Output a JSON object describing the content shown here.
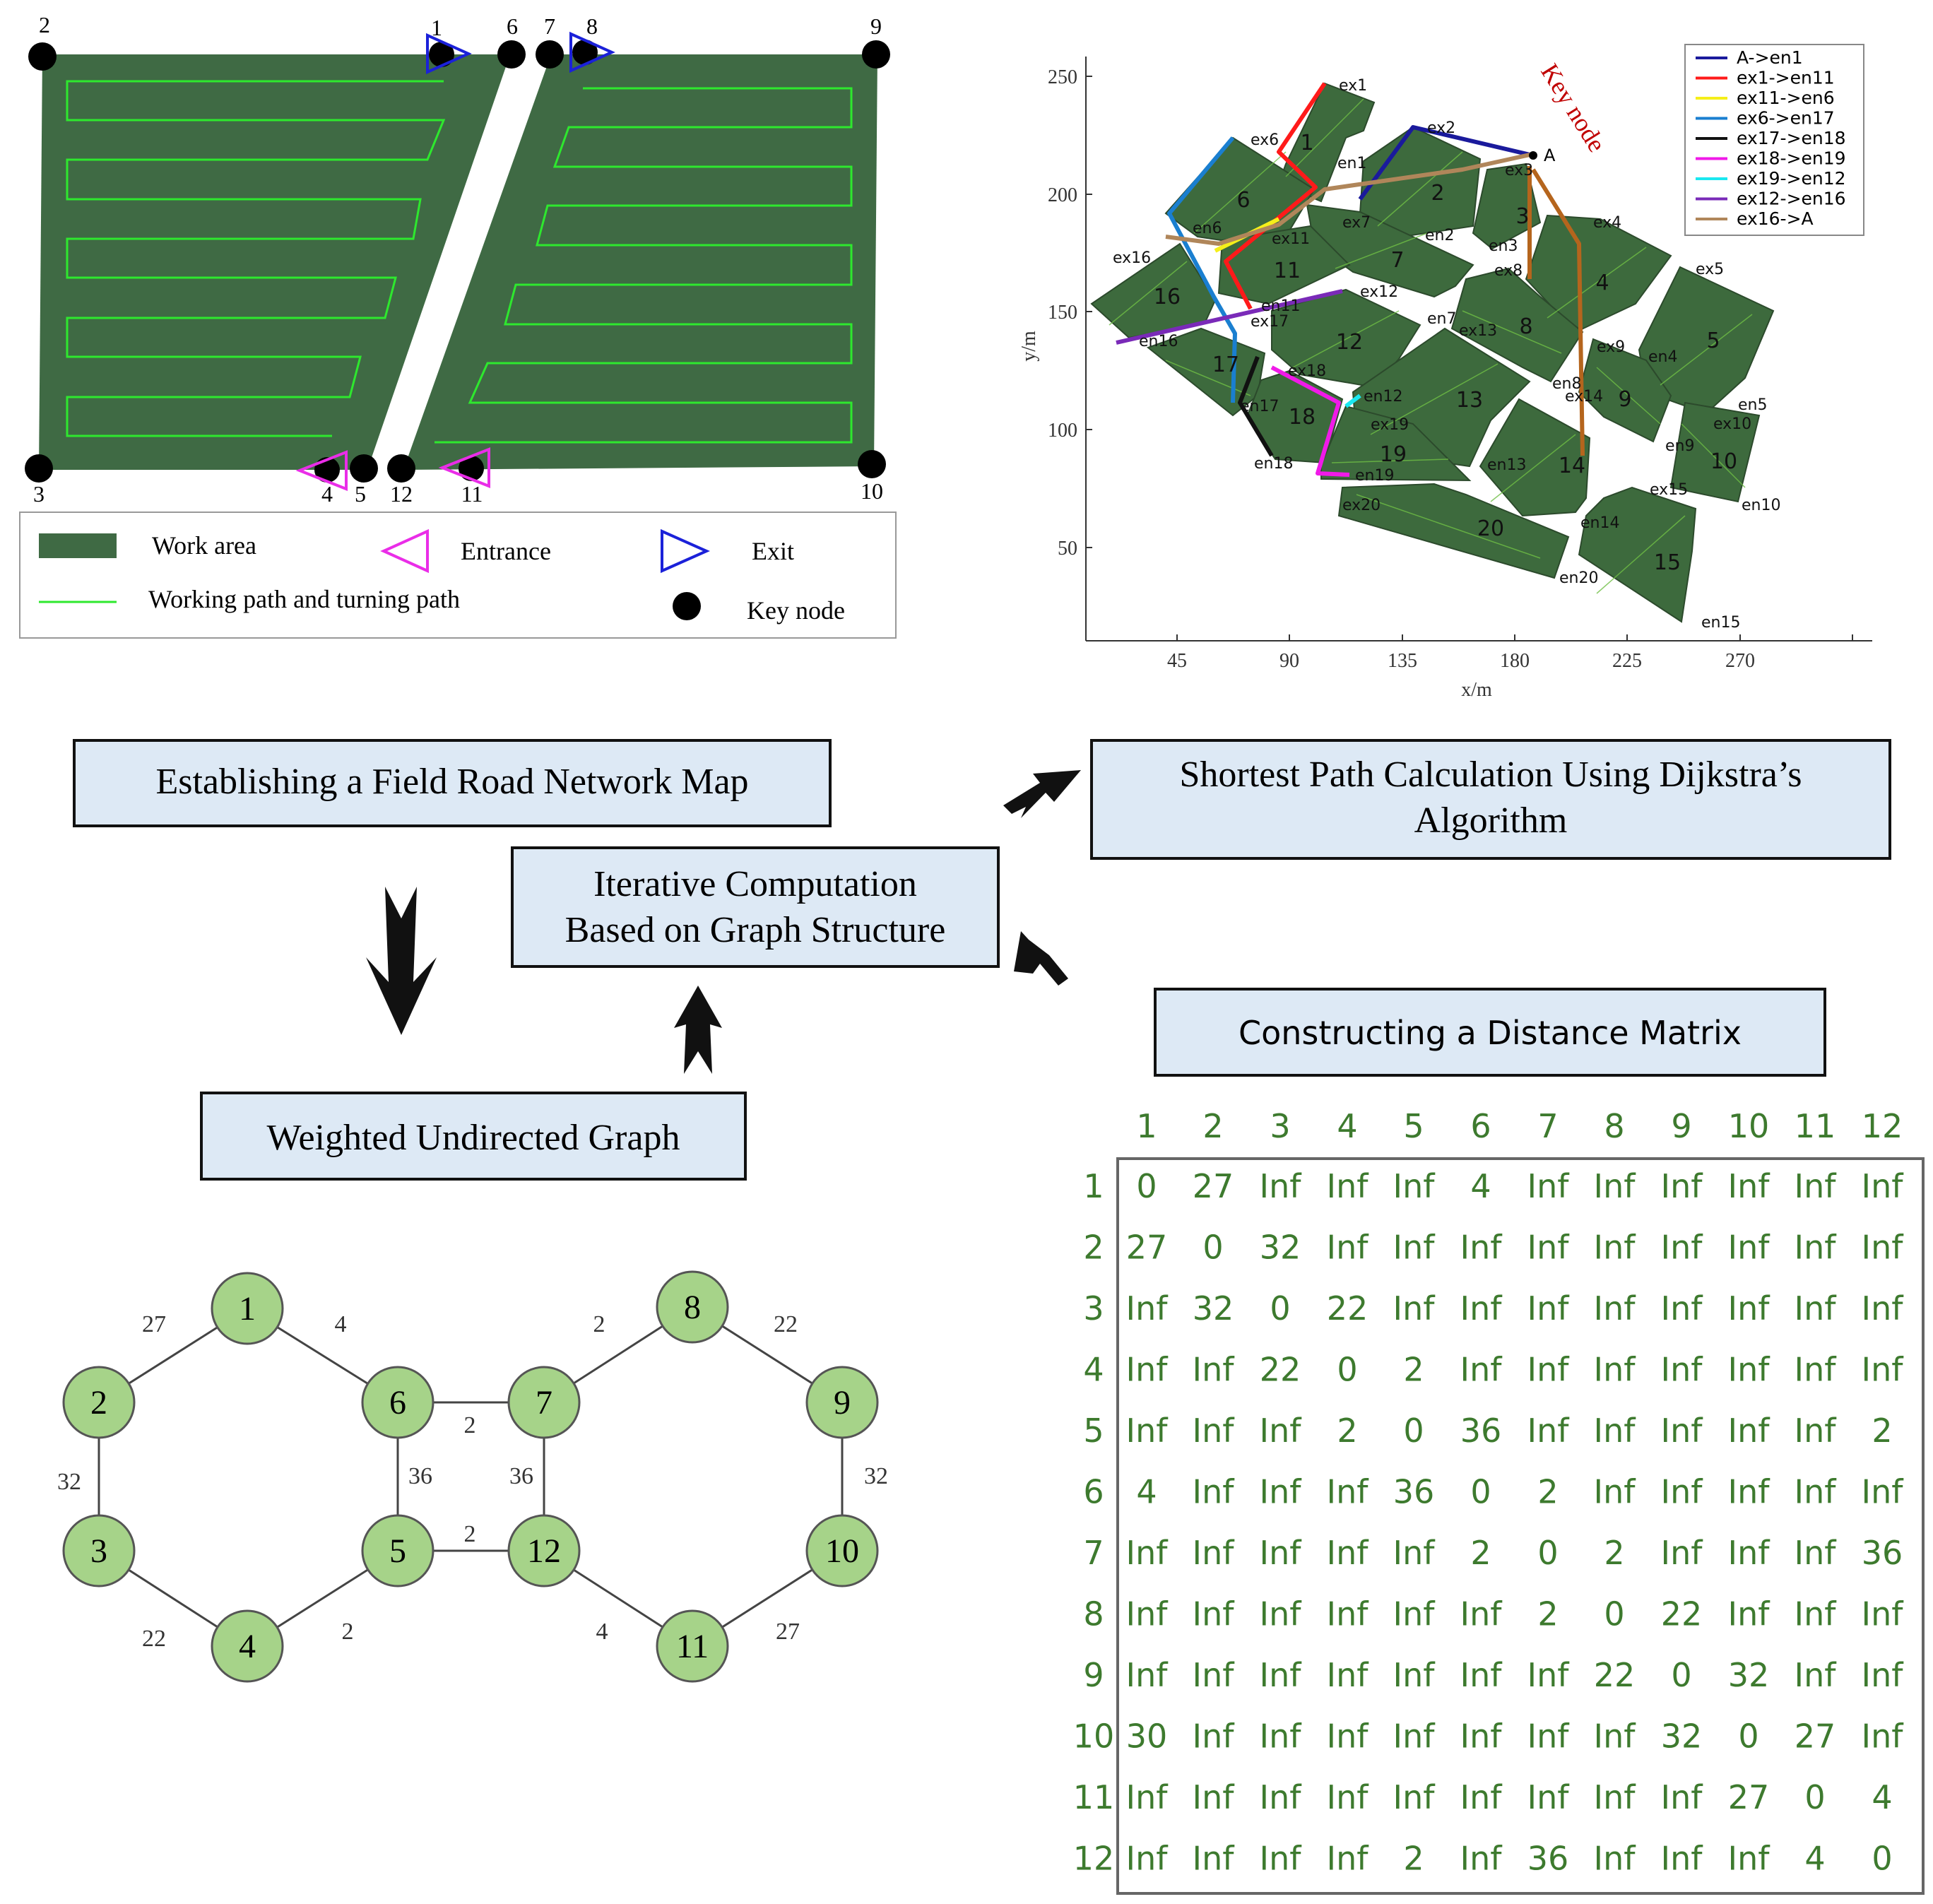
{
  "colors": {
    "work_area": "#3f6a44",
    "path_line": "#2ee82e",
    "entrance": "#ea2de8",
    "exit": "#1b21d9",
    "box_fill": "#dde9f5",
    "node_fill": "#a6d389",
    "matrix_text": "#3d7a2e"
  },
  "field_map": {
    "node_labels": [
      "1",
      "2",
      "3",
      "4",
      "5",
      "6",
      "7",
      "8",
      "9",
      "10",
      "11",
      "12"
    ],
    "legend": {
      "work_area": "Work area",
      "entrance": "Entrance",
      "exit": "Exit",
      "path": "Working path and turning path",
      "key_node": "Key node"
    }
  },
  "plot": {
    "x_ticks": [
      "45",
      "90",
      "135",
      "180",
      "225",
      "270"
    ],
    "y_ticks": [
      "250",
      "200",
      "150",
      "100",
      "50"
    ],
    "xlabel": "x/m",
    "ylabel": "y/m",
    "annotation": "Key node",
    "point_label": "A",
    "legend": [
      {
        "label": "A->en1",
        "color": "#1a1a9c"
      },
      {
        "label": "ex1->en11",
        "color": "#ff1a1a"
      },
      {
        "label": "ex11->en6",
        "color": "#f5ef1a"
      },
      {
        "label": "ex6->en17",
        "color": "#1a7fd0"
      },
      {
        "label": "ex17->en18",
        "color": "#111111"
      },
      {
        "label": "ex18->en19",
        "color": "#f01ae8"
      },
      {
        "label": "ex19->en12",
        "color": "#1ae8f0"
      },
      {
        "label": "ex12->en16",
        "color": "#7a2ab8"
      },
      {
        "label": "ex16->A",
        "color": "#b0865a"
      }
    ],
    "plot_labels": [
      "ex1",
      "ex6",
      "ex2",
      "en1",
      "ex3",
      "ex4",
      "ex16",
      "en6",
      "ex11",
      "ex7",
      "en2",
      "en3",
      "ex8",
      "ex5",
      "ex12",
      "en11",
      "ex17",
      "en7",
      "ex13",
      "ex9",
      "en4",
      "en16",
      "ex18",
      "en8",
      "ex14",
      "en12",
      "en17",
      "en5",
      "ex10",
      "en9",
      "ex19",
      "en13",
      "en18",
      "en19",
      "ex15",
      "ex20",
      "en10",
      "en14",
      "en20",
      "en15"
    ],
    "field_numbers": [
      "1",
      "2",
      "3",
      "4",
      "5",
      "6",
      "7",
      "8",
      "9",
      "10",
      "11",
      "12",
      "13",
      "14",
      "15",
      "16",
      "17",
      "18",
      "19",
      "20"
    ]
  },
  "boxes": {
    "establish": "Establishing a Field Road Network Map",
    "shortest_line1": "Shortest Path Calculation Using Dijkstra’s",
    "shortest_line2": "Algorithm",
    "iterative_line1": "Iterative Computation",
    "iterative_line2": "Based on Graph Structure",
    "distance": "Constructing a Distance Matrix",
    "graph": "Weighted Undirected Graph"
  },
  "graph": {
    "nodes": [
      "1",
      "2",
      "3",
      "4",
      "5",
      "6",
      "7",
      "8",
      "9",
      "10",
      "11",
      "12"
    ],
    "edge_weights": [
      "27",
      "4",
      "32",
      "22",
      "2",
      "36",
      "2",
      "2",
      "36",
      "2",
      "22",
      "32",
      "27",
      "4"
    ]
  },
  "matrix": {
    "headers": [
      "1",
      "2",
      "3",
      "4",
      "5",
      "6",
      "7",
      "8",
      "9",
      "10",
      "11",
      "12"
    ],
    "rows": [
      [
        "0",
        "27",
        "Inf",
        "Inf",
        "Inf",
        "4",
        "Inf",
        "Inf",
        "Inf",
        "Inf",
        "Inf",
        "Inf"
      ],
      [
        "27",
        "0",
        "32",
        "Inf",
        "Inf",
        "Inf",
        "Inf",
        "Inf",
        "Inf",
        "Inf",
        "Inf",
        "Inf"
      ],
      [
        "Inf",
        "32",
        "0",
        "22",
        "Inf",
        "Inf",
        "Inf",
        "Inf",
        "Inf",
        "Inf",
        "Inf",
        "Inf"
      ],
      [
        "Inf",
        "Inf",
        "22",
        "0",
        "2",
        "Inf",
        "Inf",
        "Inf",
        "Inf",
        "Inf",
        "Inf",
        "Inf"
      ],
      [
        "Inf",
        "Inf",
        "Inf",
        "2",
        "0",
        "36",
        "Inf",
        "Inf",
        "Inf",
        "Inf",
        "Inf",
        "2"
      ],
      [
        "4",
        "Inf",
        "Inf",
        "Inf",
        "36",
        "0",
        "2",
        "Inf",
        "Inf",
        "Inf",
        "Inf",
        "Inf"
      ],
      [
        "Inf",
        "Inf",
        "Inf",
        "Inf",
        "Inf",
        "2",
        "0",
        "2",
        "Inf",
        "Inf",
        "Inf",
        "36"
      ],
      [
        "Inf",
        "Inf",
        "Inf",
        "Inf",
        "Inf",
        "Inf",
        "2",
        "0",
        "22",
        "Inf",
        "Inf",
        "Inf"
      ],
      [
        "Inf",
        "Inf",
        "Inf",
        "Inf",
        "Inf",
        "Inf",
        "Inf",
        "22",
        "0",
        "32",
        "Inf",
        "Inf"
      ],
      [
        "30",
        "Inf",
        "Inf",
        "Inf",
        "Inf",
        "Inf",
        "Inf",
        "Inf",
        "32",
        "0",
        "27",
        "Inf"
      ],
      [
        "Inf",
        "Inf",
        "Inf",
        "Inf",
        "Inf",
        "Inf",
        "Inf",
        "Inf",
        "Inf",
        "27",
        "0",
        "4"
      ],
      [
        "Inf",
        "Inf",
        "Inf",
        "Inf",
        "2",
        "Inf",
        "36",
        "Inf",
        "Inf",
        "Inf",
        "4",
        "0"
      ]
    ]
  }
}
